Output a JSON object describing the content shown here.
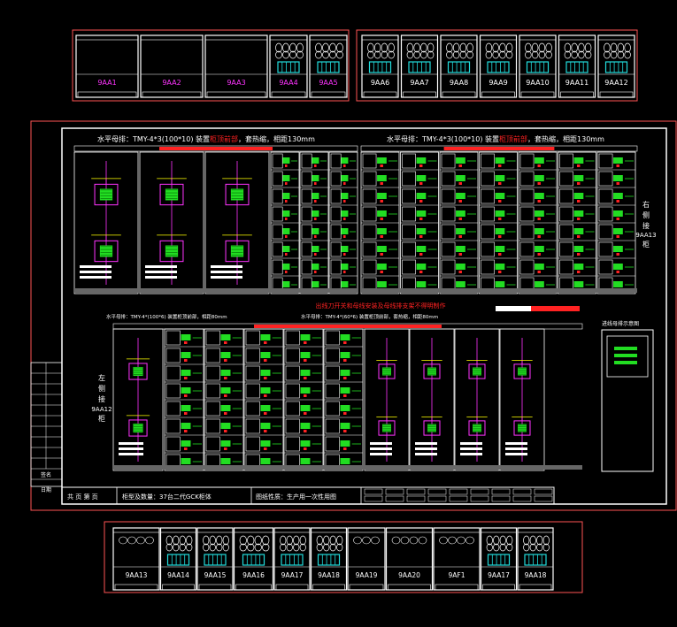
{
  "top_row_a": [
    {
      "label": "9AA1",
      "color": "#ff33ff",
      "vent": false
    },
    {
      "label": "9AA2",
      "color": "#ff33ff",
      "vent": false
    },
    {
      "label": "9AA3",
      "color": "#ff33ff",
      "vent": false
    },
    {
      "label": "9AA4",
      "color": "#ff33ff",
      "vent": true
    },
    {
      "label": "9AA5",
      "color": "#ff33ff",
      "vent": true
    }
  ],
  "top_row_b": [
    {
      "label": "9AA6",
      "color": "#ffffff",
      "vent": true
    },
    {
      "label": "9AA7",
      "color": "#ffffff",
      "vent": true
    },
    {
      "label": "9AA8",
      "color": "#ffffff",
      "vent": true
    },
    {
      "label": "9AA9",
      "color": "#ffffff",
      "vent": true
    },
    {
      "label": "9AA10",
      "color": "#ffffff",
      "vent": true
    },
    {
      "label": "9AA11",
      "color": "#ffffff",
      "vent": true
    },
    {
      "label": "9AA12",
      "color": "#ffffff",
      "vent": true
    }
  ],
  "bottom_row": [
    {
      "label": "9AA13",
      "vent": false
    },
    {
      "label": "9AA14",
      "vent": true
    },
    {
      "label": "9AA15",
      "vent": true
    },
    {
      "label": "9AA16",
      "vent": true
    },
    {
      "label": "9AA17",
      "vent": true
    },
    {
      "label": "9AA18",
      "vent": true
    },
    {
      "label": "9AA19",
      "vent": false
    },
    {
      "label": "9AA20",
      "vent": false
    },
    {
      "label": "9AF1",
      "vent": false
    },
    {
      "label": "9AA17",
      "vent": true
    },
    {
      "label": "9AA18",
      "vent": true
    }
  ],
  "busbar_title_1": "水平母排：TMY-4*3(100*10) 装置",
  "busbar_title_1_red": "柜顶前部",
  "busbar_title_1_tail": "，套热缩，相距130mm",
  "busbar_title_2": "水平母排：TMY-4*3(100*10) 装置",
  "busbar_title_2_red": "柜顶前部",
  "busbar_title_2_tail": "，套热缩，相距130mm",
  "busbar_title_small_1": "水平母排：TMY-4*(100*6) 装置柜顶前部，相距80mm",
  "busbar_title_small_2": "水平母排：TMY-4*(60*6) 装置柜顶前部，套热缩，相距80mm",
  "right_side_note": [
    "右",
    "侧",
    "接",
    "9AA13",
    "柜"
  ],
  "left_side_note": [
    "左",
    "侧",
    "接",
    "9AA12",
    "柜"
  ],
  "red_note": "出线刀开关和母线安装及母线排支架不得明制作",
  "bus_note": "进线母排示意图",
  "left_panel_labels": [
    "签名",
    "日期"
  ],
  "title_block": {
    "pages": "共  页  第  页",
    "type_label": "柜型及数量：37台二代GCK柜体",
    "usage_label": "图纸性质：生产用一次性用图"
  },
  "colors": {
    "green": "#22dd22",
    "red": "#ff2222",
    "magenta": "#ff33ff",
    "cyan": "#22dddd",
    "white": "#ffffff",
    "yellow": "#ffff00",
    "frame": "#ff5555"
  }
}
